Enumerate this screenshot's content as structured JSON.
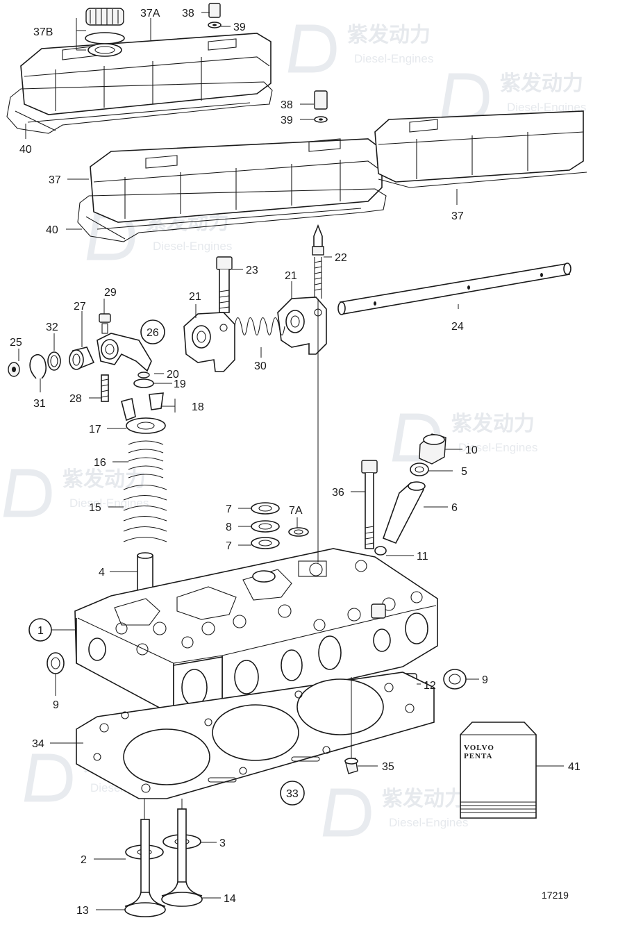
{
  "watermark": {
    "cn": "紫发动力",
    "en": "Diesel-Engines"
  },
  "figure_number": "17219",
  "manual_brand": [
    "VOLVO",
    "PENTA"
  ],
  "labels": {
    "l37A": "37A",
    "l37B": "37B",
    "l38a": "38",
    "l39a": "39",
    "l40a": "40",
    "l38b": "38",
    "l39b": "39",
    "l37a": "37",
    "l37b": "37",
    "l40b": "40",
    "l23": "23",
    "l22": "22",
    "l21a": "21",
    "l21b": "21",
    "l29": "29",
    "l27": "27",
    "l26": "26",
    "l32": "32",
    "l25": "25",
    "l24": "24",
    "l30": "30",
    "l20": "20",
    "l19": "19",
    "l31": "31",
    "l28": "28",
    "l18": "18",
    "l17": "17",
    "l16": "16",
    "l10": "10",
    "l5": "5",
    "l36": "36",
    "l6": "6",
    "l15": "15",
    "l7a": "7",
    "l7A": "7A",
    "l8": "8",
    "l7b": "7",
    "l11": "11",
    "l4": "4",
    "l1": "1",
    "l9a": "9",
    "l9b": "9",
    "l12": "12",
    "l34": "34",
    "l35": "35",
    "l41": "41",
    "l33": "33",
    "l3": "3",
    "l2": "2",
    "l14": "14",
    "l13": "13"
  }
}
